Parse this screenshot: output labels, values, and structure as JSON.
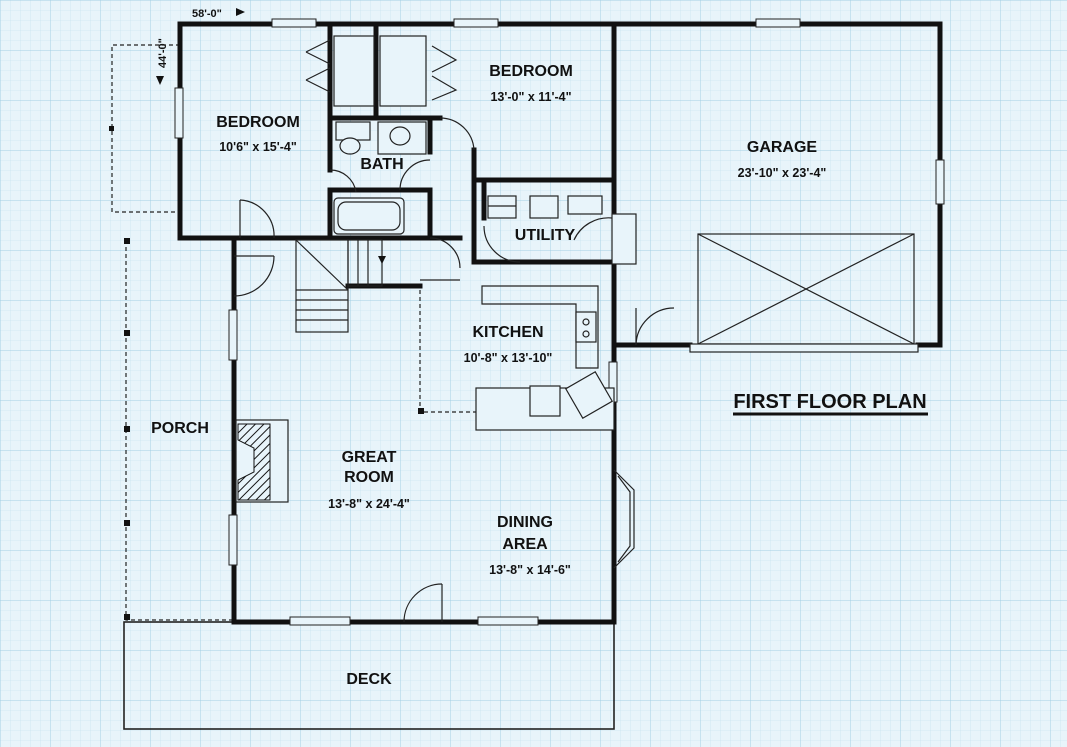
{
  "title": "FIRST FLOOR PLAN",
  "overall": {
    "width": "58'-0\"",
    "depth": "44'-0\""
  },
  "rooms": {
    "bedroom_west": {
      "name": "BEDROOM",
      "dims": "10'6\" x 15'-4\""
    },
    "bedroom_north": {
      "name": "BEDROOM",
      "dims": "13'-0\" x 11'-4\""
    },
    "bath": {
      "name": "BATH"
    },
    "garage": {
      "name": "GARAGE",
      "dims": "23'-10\" x 23'-4\""
    },
    "utility": {
      "name": "UTILITY"
    },
    "kitchen": {
      "name": "KITCHEN",
      "dims": "10'-8\" x 13'-10\""
    },
    "porch": {
      "name": "PORCH"
    },
    "great_room": {
      "name_line1": "GREAT",
      "name_line2": "ROOM",
      "dims": "13'-8\" x 24'-4\""
    },
    "dining": {
      "name_line1": "DINING",
      "name_line2": "AREA",
      "dims": "13'-8\" x 14'-6\""
    },
    "deck": {
      "name": "DECK"
    }
  },
  "colors": {
    "paper": "#e8f4fa",
    "grid_minor": "#bcdcec",
    "grid_major": "#9ccbe2",
    "ink": "#111111"
  }
}
